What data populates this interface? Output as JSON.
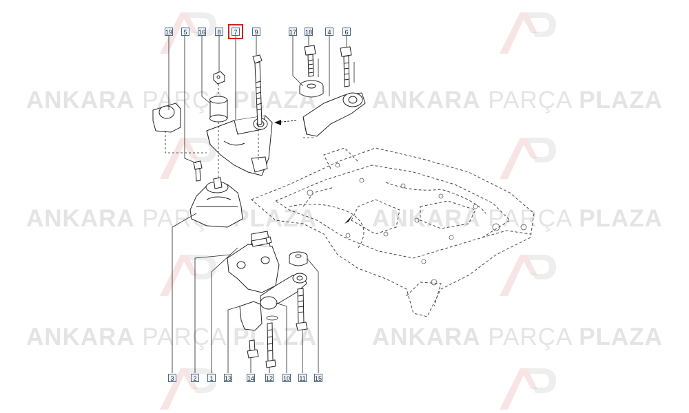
{
  "watermark": {
    "word1": "ANKARA",
    "word2": "PARÇA",
    "word3": "PLAZA"
  },
  "callouts": {
    "c19": "19",
    "c5": "5",
    "c16": "16",
    "c8": "8",
    "c7": "7",
    "c9": "9",
    "c17": "17",
    "c18": "18",
    "c4": "4",
    "c6": "6",
    "c3": "3",
    "c2": "2",
    "c1": "1",
    "c13": "13",
    "c14": "14",
    "c12": "12",
    "c10": "10",
    "c11": "11",
    "c15": "15"
  },
  "highlight_color": "#d11f1f",
  "line_color": "#222222"
}
